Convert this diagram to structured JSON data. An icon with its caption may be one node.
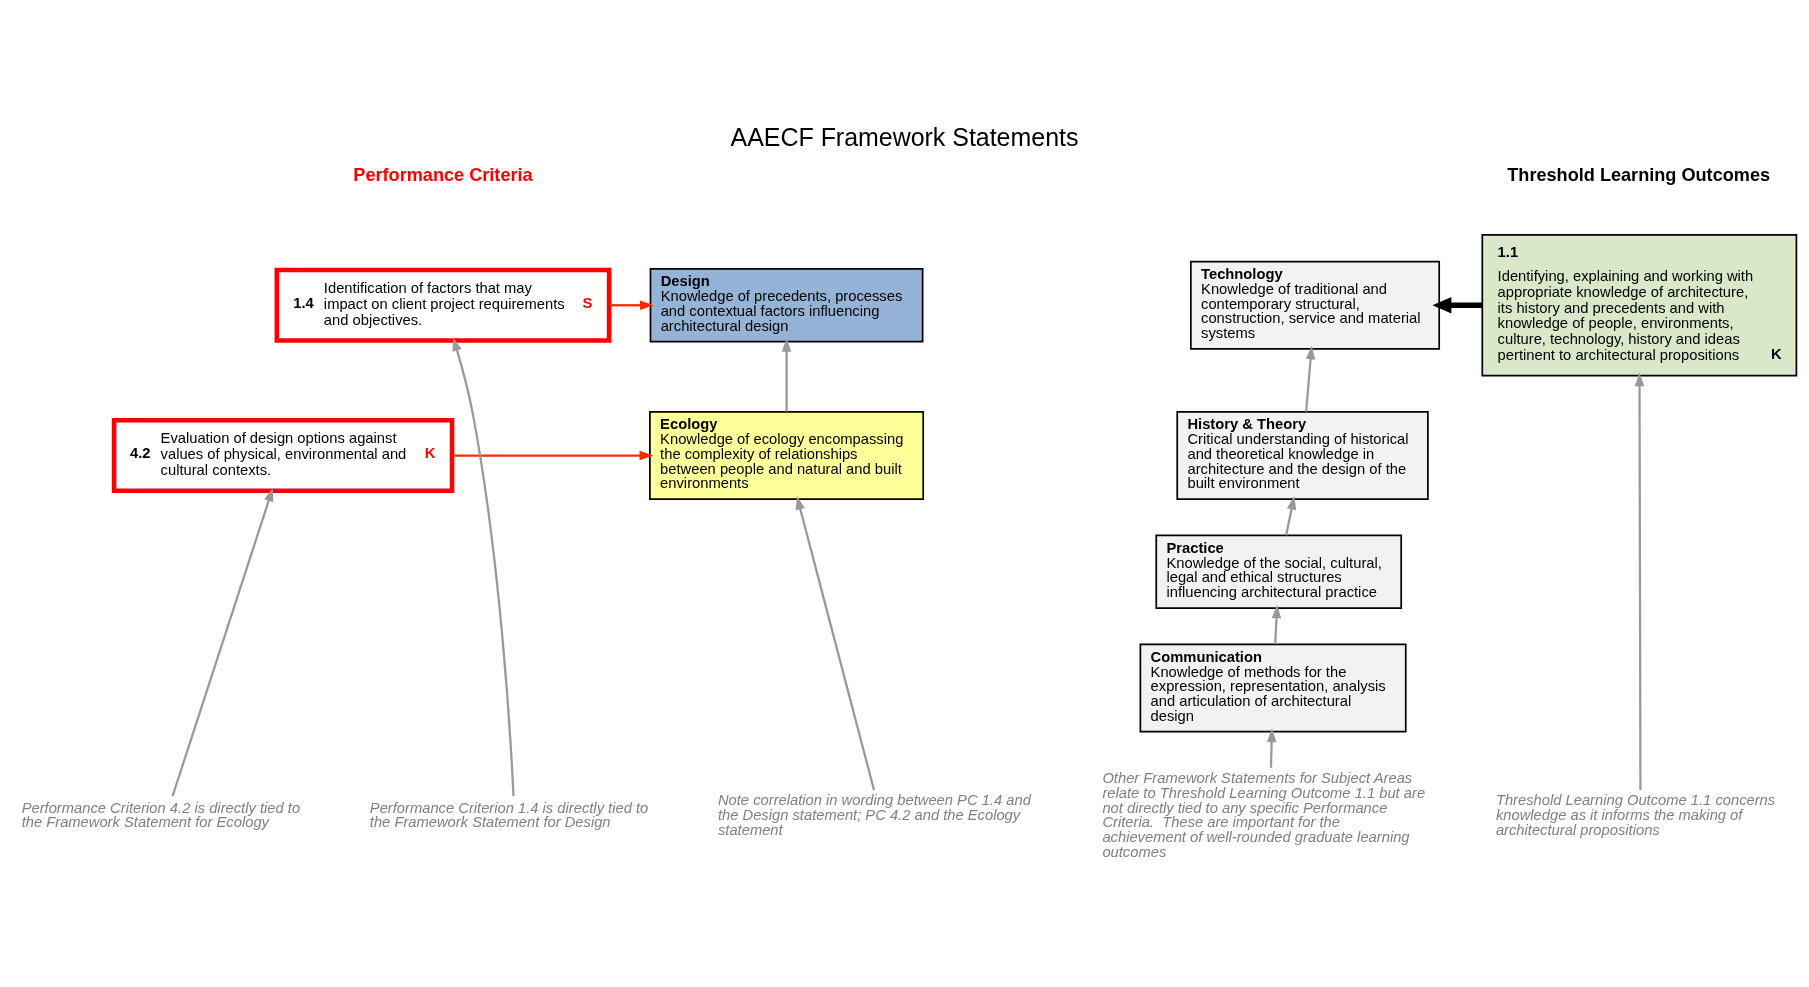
{
  "diagram": {
    "title": "AAECF Framework Statements",
    "nodes": [
      {
        "text": [
          "1.4",
          "Identification of factors that may impact on client project requirements and objectives.",
          "S"
        ]
      },
      {
        "text": [
          "Design",
          "Knowledge of precedents, processes and contextual factors influencing architectural design"
        ]
      },
      {
        "text": [
          "Technology",
          "Knowledge of traditional and contemporary structural, construction, service and material systems"
        ]
      },
      {
        "text": [
          "1.1",
          "Identifying, explaining and working with appropriate knowledge of architecture, its history and precedents and with knowledge of people, environments, culture, technology, history and ideas pertinent to architectural propositions",
          "K"
        ]
      },
      {
        "text": [
          "4.2",
          "Evaluation of design options against values of physical, environmental and cultural contexts.",
          "K"
        ]
      },
      {
        "text": [
          "Ecology",
          "Knowledge of ecology encompassing the complexity of relationships between people and natural and built environments"
        ]
      },
      {
        "text": [
          "History & Theory",
          "Critical understanding of historical and theoretical knowledge in architecture and the design of the built environment"
        ]
      },
      {
        "text": [
          "Practice",
          "Knowledge of the social, cultural, legal and ethical structures influencing architectural practice"
        ]
      },
      {
        "text": [
          "Communication",
          "Knowledge of methods for the expression, representation, analysis and articulation of architectural design"
        ]
      },
      {
        "text": [
          "Threshold Learning Outcome 1.1 concerns knowledge as it informs the making of architectural propositions"
        ]
      },
      {
        "text": [
          "Performance Criterion 1.4 is directly tied to the Framework Statement for Design"
        ]
      },
      {
        "text": [
          "Performance Criterion 4.2 is directly tied to the Framework Statement for Ecology"
        ]
      },
      {
        "text": [
          "Note correlation in wording between PC 1.4 and the Design statement; PC 4.2 and the Ecology statement"
        ]
      },
      {
        "text": [
          "Other Framework Statements for Subject Areas relate to Threshold Learning Outcome 1.1 but are not directly tied to any specific Performance Criteria.  These are important for the achievement of well-rounded graduate learning outcomes"
        ]
      }
    ],
    "edges": [
      {
        "from": 0,
        "to": 1,
        "arrow": "to",
        "color": "#ff2a00"
      },
      {
        "from": 4,
        "to": 5,
        "arrow": "to",
        "color": "#ff2a00"
      },
      {
        "from": 3,
        "to": 2,
        "arrow": "to",
        "style": "thick",
        "color": "#000000"
      },
      {
        "from": 5,
        "to": 1,
        "arrow": "to"
      },
      {
        "from": 6,
        "to": 2,
        "arrow": "to"
      },
      {
        "from": 7,
        "to": 6,
        "arrow": "to"
      },
      {
        "from": 8,
        "to": 7,
        "arrow": "to"
      },
      {
        "from": 9,
        "to": 3,
        "arrow": "to"
      },
      {
        "from": 10,
        "to": 0,
        "arrow": "to"
      },
      {
        "from": 11,
        "to": 4,
        "arrow": "to"
      },
      {
        "from": 12,
        "to": 5,
        "arrow": "to"
      },
      {
        "from": 13,
        "to": 8,
        "arrow": "to"
      }
    ],
    "labels": [
      "Performance Criteria",
      "Threshold Learning Outcomes"
    ]
  }
}
